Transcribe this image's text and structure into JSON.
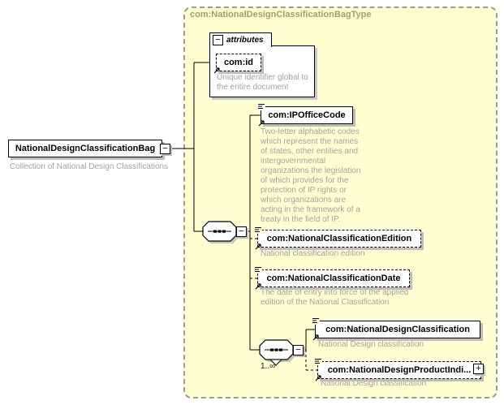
{
  "diagram": {
    "container": {
      "title": "com:NationalDesignClassificationBagType"
    },
    "root": {
      "label": "NationalDesignClassificationBag",
      "description": "Collection of National Design Classifications"
    },
    "attributes_group": {
      "label": "attributes",
      "attribute": {
        "label": "com:id",
        "description": "Unique identifier global to\nthe entire document"
      }
    },
    "elements": [
      {
        "label": "com:IPOfficeCode",
        "description": "Two-letter alphabetic codes\nwhich represent the names\nof states, other entities and\nintergovernmental\norganizations the legislation\nof which provides for the\nprotection of IP rights or\nwhich organizations are\nacting in the framework of a\ntreaty in the field of IP."
      },
      {
        "label": "com:NationalClassificationEdition",
        "description": "National classification edition"
      },
      {
        "label": "com:NationalClassificationDate",
        "description": "The date of entry into force of the applied\nedition of the National Classification"
      },
      {
        "label": "com:NationalDesignClassification",
        "description": "National Design classification"
      },
      {
        "label": "com:NationalDesignProductIndi...",
        "description": "National Design classification"
      }
    ],
    "sequence2": {
      "occurs": "1..∞"
    },
    "handles": {
      "collapse": "−",
      "expand": "+"
    },
    "colors": {
      "container_bg": "#ffffd2",
      "container_border": "#9b9b9b",
      "title_text": "#9f9f6f",
      "description_text": "#a3a3a3",
      "box_shadow": "#bdbdbd"
    }
  }
}
